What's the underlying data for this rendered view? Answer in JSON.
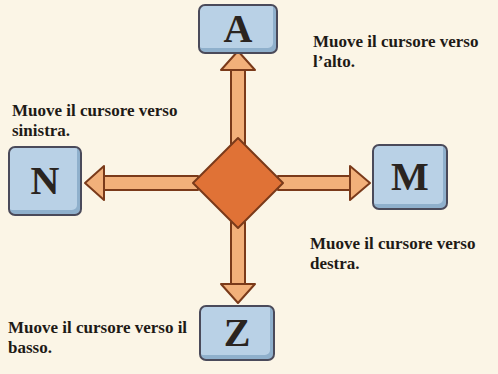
{
  "diagram": {
    "nodes": [
      {
        "text": [
          "A"
        ]
      },
      {
        "text": [
          "N"
        ]
      },
      {
        "text": [
          "M"
        ]
      },
      {
        "text": [
          "Z"
        ]
      }
    ],
    "labels": [
      "Muove il cursore verso l’alto.",
      "Muove il cursore verso sinistra.",
      "Muove il cursore verso destra.",
      "Muove il cursore verso il basso."
    ]
  }
}
